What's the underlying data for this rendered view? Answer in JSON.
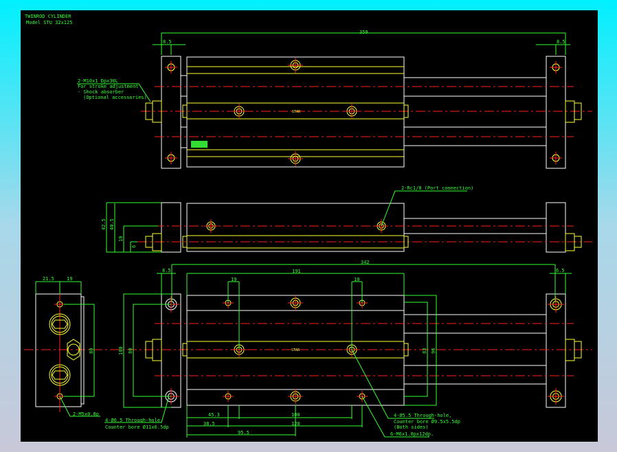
{
  "title_block": {
    "title": "TWINROD CYLINDER",
    "model": "Model STU 32x125"
  },
  "colors": {
    "outline": "#ffffff",
    "parts": "#ffff33",
    "centerline": "#ff2020",
    "dimension": "#33ff33",
    "background": "#000000"
  },
  "annotations": {
    "adjust_1": "2-M10x1 Dpx30L",
    "adjust_2": "For stroke adjustment",
    "adjust_3": "- Shock absorber",
    "adjust_4": "(Optional accessories)",
    "port": "2-Rc1/8 (Port connection)",
    "m5": "2-M5x0.8p",
    "mount_1": "4-Ø6.5 Through-hole,",
    "mount_2": "Counter bore Ø11x6.5dp",
    "through_1": "4-Ø5.5 Through-hole,",
    "through_2": "Counter bore Ø9.5x5.5dp",
    "through_3": "(Both sides)",
    "tap": "6-M6x1.0px12dp."
  },
  "dims": {
    "top_overall": "359",
    "top_left_plate": "8.5",
    "top_right_plate": "8.5",
    "side_h1": "42.5",
    "side_h2": "40.5",
    "side_h3": "19",
    "side_h4": "6",
    "bot_342": "342",
    "bot_191": "191",
    "bot_left_plate": "8.5",
    "bot_right_plate": "6.5",
    "bot_19": "19",
    "bot_10": "10",
    "bot_83": "83",
    "bot_96": "96",
    "bot_45": "45.3",
    "bot_100": "100",
    "bot_38": "38.5",
    "bot_120": "120",
    "bot_95": "95.5",
    "end_21": "21.5",
    "end_19": "19",
    "end_80": "80",
    "end_100": "100",
    "end_80b": "80"
  },
  "labels": {
    "body_mark": "STAR"
  }
}
